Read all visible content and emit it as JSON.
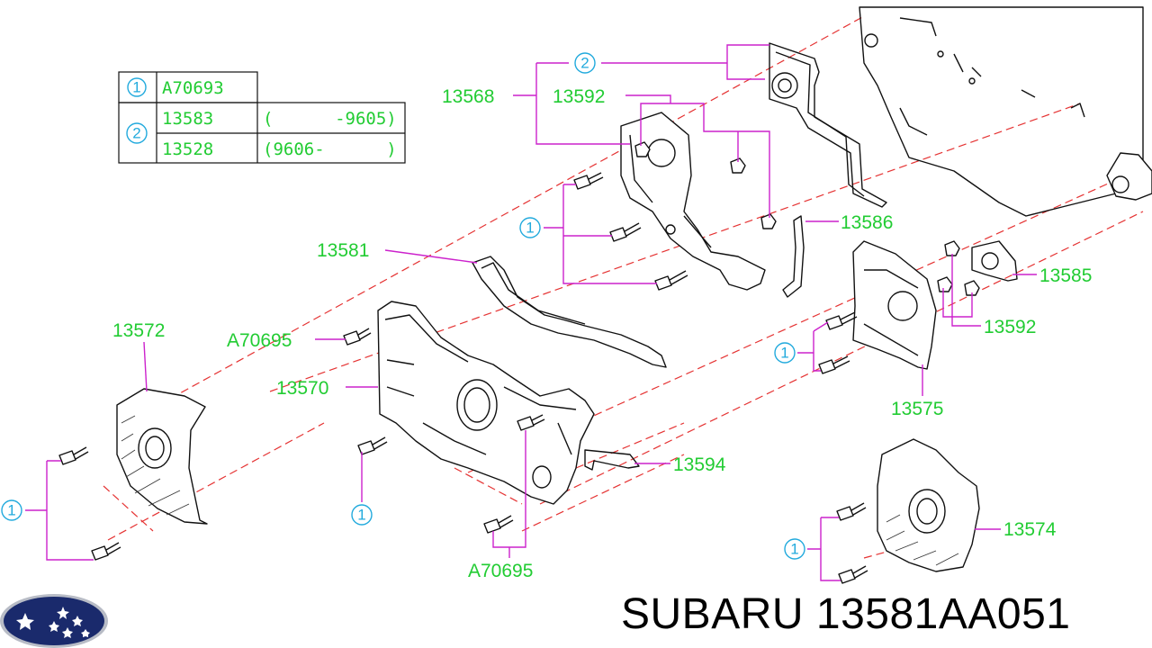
{
  "legend": {
    "rows": [
      {
        "ref": "1",
        "part": "A70693",
        "range": ""
      },
      {
        "ref": "2",
        "part": "13583",
        "range": "(      -9605)"
      },
      {
        "ref": "2",
        "part": "13528",
        "range": "(9606-      )"
      }
    ]
  },
  "labels": {
    "l13568": "13568",
    "l13592_top": "13592",
    "l13586": "13586",
    "l13581": "13581",
    "l13585": "13585",
    "l13592_right": "13592",
    "l13572": "13572",
    "lA70695_left": "A70695",
    "l13570": "13570",
    "l13575": "13575",
    "l13594": "13594",
    "l13574": "13574",
    "lA70695_bottom": "A70695"
  },
  "callouts": {
    "ref1": "1",
    "ref2": "2"
  },
  "caption": {
    "brand": "SUBARU",
    "part_number": "13581AA051"
  },
  "colors": {
    "label_green": "#22cc33",
    "leader_magenta": "#cc22cc",
    "centerline_red": "#e53333",
    "callout_blue": "#22aadd",
    "logo_navy": "#1a2a6c"
  },
  "logo": {
    "icon": "subaru-star-logo"
  }
}
